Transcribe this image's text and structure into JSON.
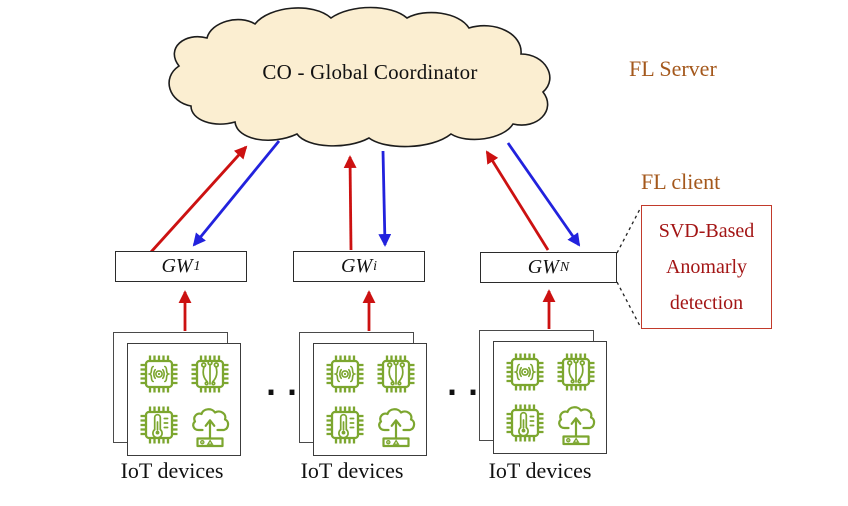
{
  "cloud": {
    "label": "CO - Global Coordinator"
  },
  "labels": {
    "fl_server": "FL Server",
    "fl_client": "FL client"
  },
  "svd_box": {
    "line1": "SVD-Based",
    "line2": "Anomarly",
    "line3": "detection"
  },
  "gateways": [
    {
      "base": "GW",
      "sub": "1"
    },
    {
      "base": "GW",
      "sub": "i"
    },
    {
      "base": "GW",
      "sub": "N"
    }
  ],
  "iot": {
    "labels": [
      "IoT devices",
      "IoT devices",
      "IoT devices"
    ],
    "ellipsis": [
      "...",
      "..."
    ]
  },
  "icons": {
    "stack_icons": [
      "chip-code-icon",
      "chip-circuit-icon",
      "chip-thermometer-icon",
      "cloud-upload-icon"
    ]
  },
  "colors": {
    "cloud_fill": "#fbeed1",
    "upload_arrow_red": "#cc1111",
    "download_arrow_blue": "#2222dd",
    "iot_icon_green": "#7ca62f",
    "side_label_brown": "#a4581c",
    "svd_border_red": "#c23a2b",
    "svd_text_red": "#a31515"
  }
}
